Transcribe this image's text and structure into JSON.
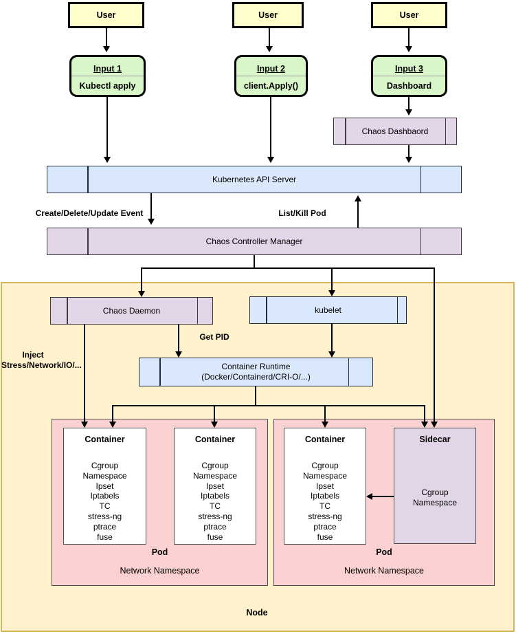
{
  "users": [
    {
      "label": "User"
    },
    {
      "label": "User"
    },
    {
      "label": "User"
    }
  ],
  "inputs": [
    {
      "title": "Input 1",
      "subtitle": "Kubectl apply"
    },
    {
      "title": "Input 2",
      "subtitle": "client.Apply()"
    },
    {
      "title": "Input 3",
      "subtitle": "Dashboard"
    }
  ],
  "dashboard": {
    "label": "Chaos Dashbaord"
  },
  "api_server": {
    "label": "Kubernetes API Server"
  },
  "controller_manager": {
    "label": "Chaos Controller Manager"
  },
  "labels": {
    "create_event": "Create/Delete/Update Event",
    "list_kill": "List/Kill Pod",
    "get_pid": "Get PID",
    "inject_line1": "Inject",
    "inject_line2": "Stress/Network/IO/..."
  },
  "node": {
    "label": "Node",
    "chaos_daemon": {
      "label": "Chaos Daemon"
    },
    "kubelet": {
      "label": "kubelet"
    },
    "container_runtime": {
      "line1": "Container Runtime",
      "line2": "(Docker/Containerd/CRI-O/...)"
    },
    "pods": [
      {
        "pod_label": "Pod",
        "namespace_label": "Network Namespace",
        "containers": [
          {
            "title": "Container",
            "features": [
              "Cgroup",
              "Namespace",
              "Ipset",
              "Iptabels",
              "TC",
              "stress-ng",
              "ptrace",
              "fuse"
            ]
          },
          {
            "title": "Container",
            "features": [
              "Cgroup",
              "Namespace",
              "Ipset",
              "Iptabels",
              "TC",
              "stress-ng",
              "ptrace",
              "fuse"
            ]
          }
        ]
      },
      {
        "pod_label": "Pod",
        "namespace_label": "Network Namespace",
        "containers": [
          {
            "title": "Container",
            "features": [
              "Cgroup",
              "Namespace",
              "Ipset",
              "Iptabels",
              "TC",
              "stress-ng",
              "ptrace",
              "fuse"
            ]
          }
        ],
        "sidecar": {
          "title": "Sidecar",
          "features": [
            "Cgroup",
            "Namespace"
          ]
        }
      }
    ]
  },
  "colors": {
    "user_fill": "#FFFFCC",
    "input_fill": "#D8F6C8",
    "process_blue_fill": "#DAE8FC",
    "process_purple_fill": "#E1D5E7",
    "pod_fill": "#FCD1D1",
    "container_fill": "#FFFFFF",
    "node_fill": "#FFF2CC",
    "node_border": "#D6B656",
    "line_color": "#000000"
  }
}
